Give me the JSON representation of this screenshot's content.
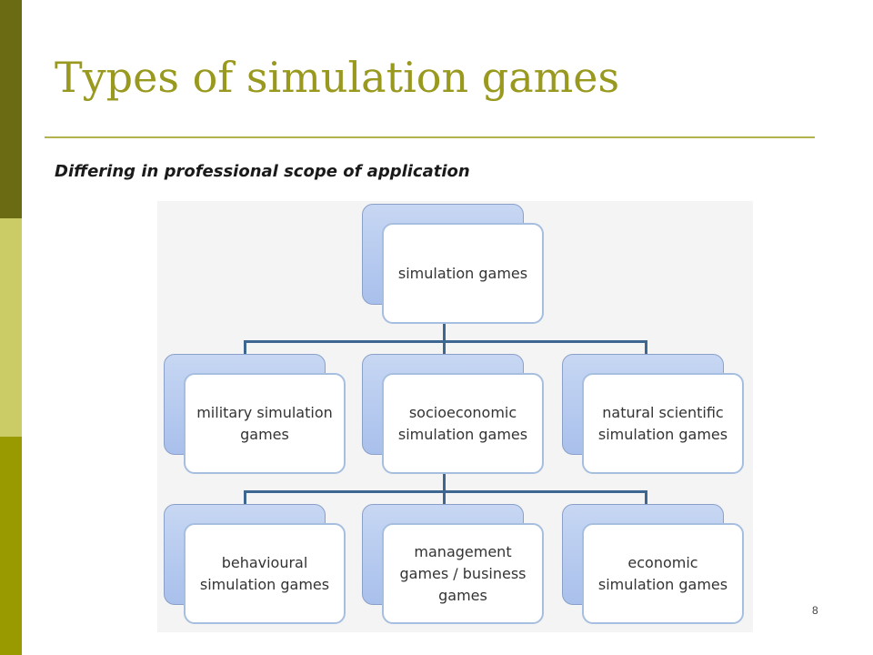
{
  "slide": {
    "title": "Types of simulation games",
    "subtitle": "Differing in professional scope of application",
    "page_number": "8"
  },
  "colors": {
    "sidebar_top": "#6b6b14",
    "sidebar_middle": "#cccc66",
    "sidebar_bottom": "#999900",
    "title": "#99991f",
    "connector": "#3d6690",
    "node_back_fill": "#a9c0ec",
    "node_border": "#a6bedf"
  },
  "diagram": {
    "root": {
      "label": "simulation games"
    },
    "level1": [
      {
        "label": "military simulation games"
      },
      {
        "label": "socioeconomic simulation games"
      },
      {
        "label": "natural scientific simulation games"
      }
    ],
    "level2": [
      {
        "label": "behavioural simulation games"
      },
      {
        "label": "management games / business games"
      },
      {
        "label": "economic simulation games"
      }
    ]
  }
}
